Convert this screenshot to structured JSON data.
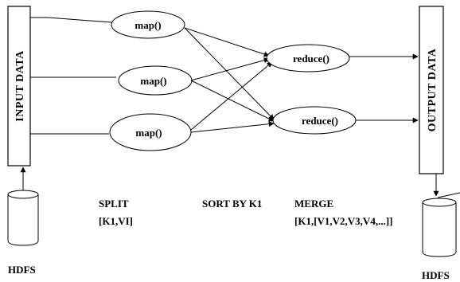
{
  "input_box": {
    "label": "INPUT DATA"
  },
  "output_box": {
    "label": "OUTPUT DATA"
  },
  "map_nodes": [
    {
      "label": "map()"
    },
    {
      "label": "map()"
    },
    {
      "label": "map()"
    }
  ],
  "reduce_nodes": [
    {
      "label": "reduce()"
    },
    {
      "label": "reduce()"
    }
  ],
  "stages": {
    "split": {
      "title": "SPLIT",
      "sub": "[K1,VI]"
    },
    "sort": {
      "title": "SORT BY K1"
    },
    "merge": {
      "title": "MERGE",
      "sub": "[K1,[V1,V2,V3,V4,...]]"
    }
  },
  "storage": {
    "left_label": "HDFS",
    "right_label": "HDFS"
  }
}
